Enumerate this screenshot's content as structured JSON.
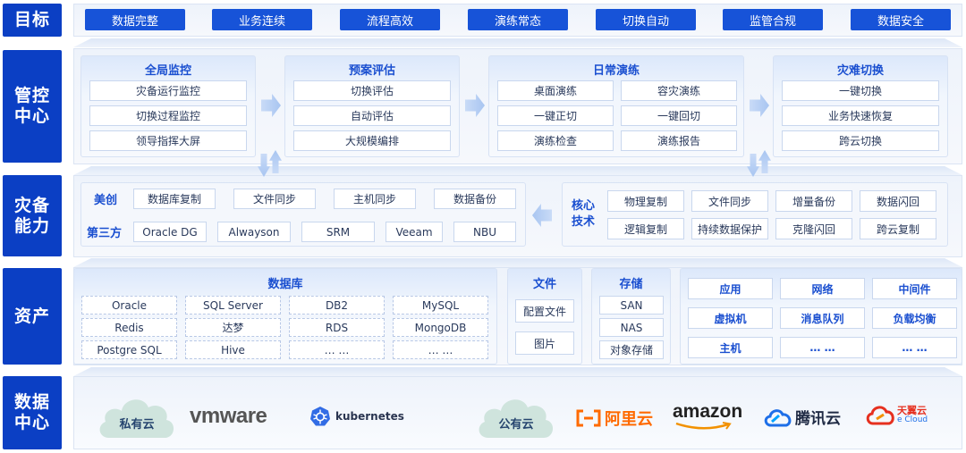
{
  "left_labels": {
    "goal": "目标",
    "control": "管控\n中心",
    "capability": "灾备\n能力",
    "assets": "资产",
    "datacenter": "数据\n中心"
  },
  "goals": [
    "数据完整",
    "业务连续",
    "流程高效",
    "演练常态",
    "切换自动",
    "监管合规",
    "数据安全"
  ],
  "control": {
    "global_monitor": {
      "title": "全局监控",
      "items": [
        "灾备运行监控",
        "切换过程监控",
        "领导指挥大屏"
      ]
    },
    "plan_eval": {
      "title": "预案评估",
      "items": [
        "切换评估",
        "自动评估",
        "大规模编排"
      ]
    },
    "daily_drill": {
      "title": "日常演练",
      "items": [
        "桌面演练",
        "容灾演练",
        "一键正切",
        "一键回切",
        "演练检查",
        "演练报告"
      ]
    },
    "disaster_switch": {
      "title": "灾难切换",
      "items": [
        "一键切换",
        "业务快速恢复",
        "跨云切换"
      ]
    }
  },
  "capability": {
    "meichuang": {
      "label": "美创",
      "items": [
        "数据库复制",
        "文件同步",
        "主机同步",
        "数据备份"
      ]
    },
    "third_party": {
      "label": "第三方",
      "items": [
        "Oracle DG",
        "Alwayson",
        "SRM",
        "Veeam",
        "NBU"
      ]
    },
    "core_tech": {
      "label": "核心\n技术",
      "items": [
        "物理复制",
        "文件同步",
        "增量备份",
        "数据闪回",
        "逻辑复制",
        "持续数据保护",
        "克隆闪回",
        "跨云复制"
      ]
    }
  },
  "assets": {
    "database": {
      "title": "数据库",
      "items": [
        "Oracle",
        "SQL Server",
        "DB2",
        "MySQL",
        "Redis",
        "达梦",
        "RDS",
        "MongoDB",
        "Postgre SQL",
        "Hive",
        "… …",
        "… …"
      ]
    },
    "file": {
      "title": "文件",
      "items": [
        "配置文件",
        "图片"
      ]
    },
    "storage": {
      "title": "存储",
      "items": [
        "SAN",
        "NAS",
        "对象存储"
      ]
    },
    "others": [
      "应用",
      "网络",
      "中间件",
      "虚拟机",
      "消息队列",
      "负载均衡",
      "主机",
      "… …",
      "… …"
    ]
  },
  "datacenter": {
    "private_cloud": "私有云",
    "public_cloud": "公有云",
    "vendors": {
      "vmware": "vmware",
      "kubernetes": "kubernetes",
      "aliyun": "阿里云",
      "amazon": "amazon",
      "tencent": "腾讯云",
      "tianyi": "天翼云",
      "tianyi_sub": "e Cloud"
    }
  },
  "colors": {
    "primary": "#0b3fc4",
    "accent": "#1a4fd0",
    "aliyun": "#ff6a00",
    "tencent": "#1e6fe8",
    "tianyi": "#e6301f"
  }
}
